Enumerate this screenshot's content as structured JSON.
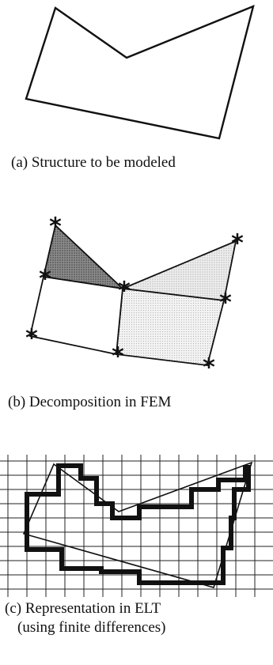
{
  "figure": {
    "panel_a": {
      "caption": "(a) Structure to be modeled"
    },
    "panel_b": {
      "caption": "(b) Decomposition in FEM",
      "node_marker": "asterisk-node",
      "fills": {
        "dark_triangle": "#7a7a7a",
        "light_triangle": "#d9d9d9",
        "light_quad": "#e6e6e6"
      }
    },
    "panel_c": {
      "caption_line1": "(c) Representation in ELT",
      "caption_line2": "(using finite differences)"
    },
    "colors": {
      "ink": "#111111",
      "background": "#ffffff"
    }
  }
}
